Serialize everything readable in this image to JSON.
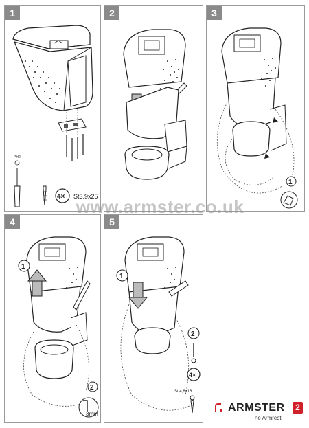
{
  "steps": [
    {
      "number": "1"
    },
    {
      "number": "2"
    },
    {
      "number": "3"
    },
    {
      "number": "4"
    },
    {
      "number": "5"
    }
  ],
  "step1": {
    "tool_label": "PH2",
    "screw_count": "4×",
    "screw_size": "St3.9x25"
  },
  "step3": {
    "sub_step": "1"
  },
  "step4": {
    "sub_step_1": "1",
    "sub_step_2": "2",
    "wrench_size": "3mm"
  },
  "step5": {
    "sub_step_1": "1",
    "sub_step_2": "2",
    "screw_count": "4×",
    "screw_size": "St 4,8x16"
  },
  "watermark": "www.armster.co.uk",
  "brand": {
    "name": "ARMSTER",
    "badge": "2",
    "tagline": "The Armrest",
    "accent_color": "#d0202a"
  }
}
